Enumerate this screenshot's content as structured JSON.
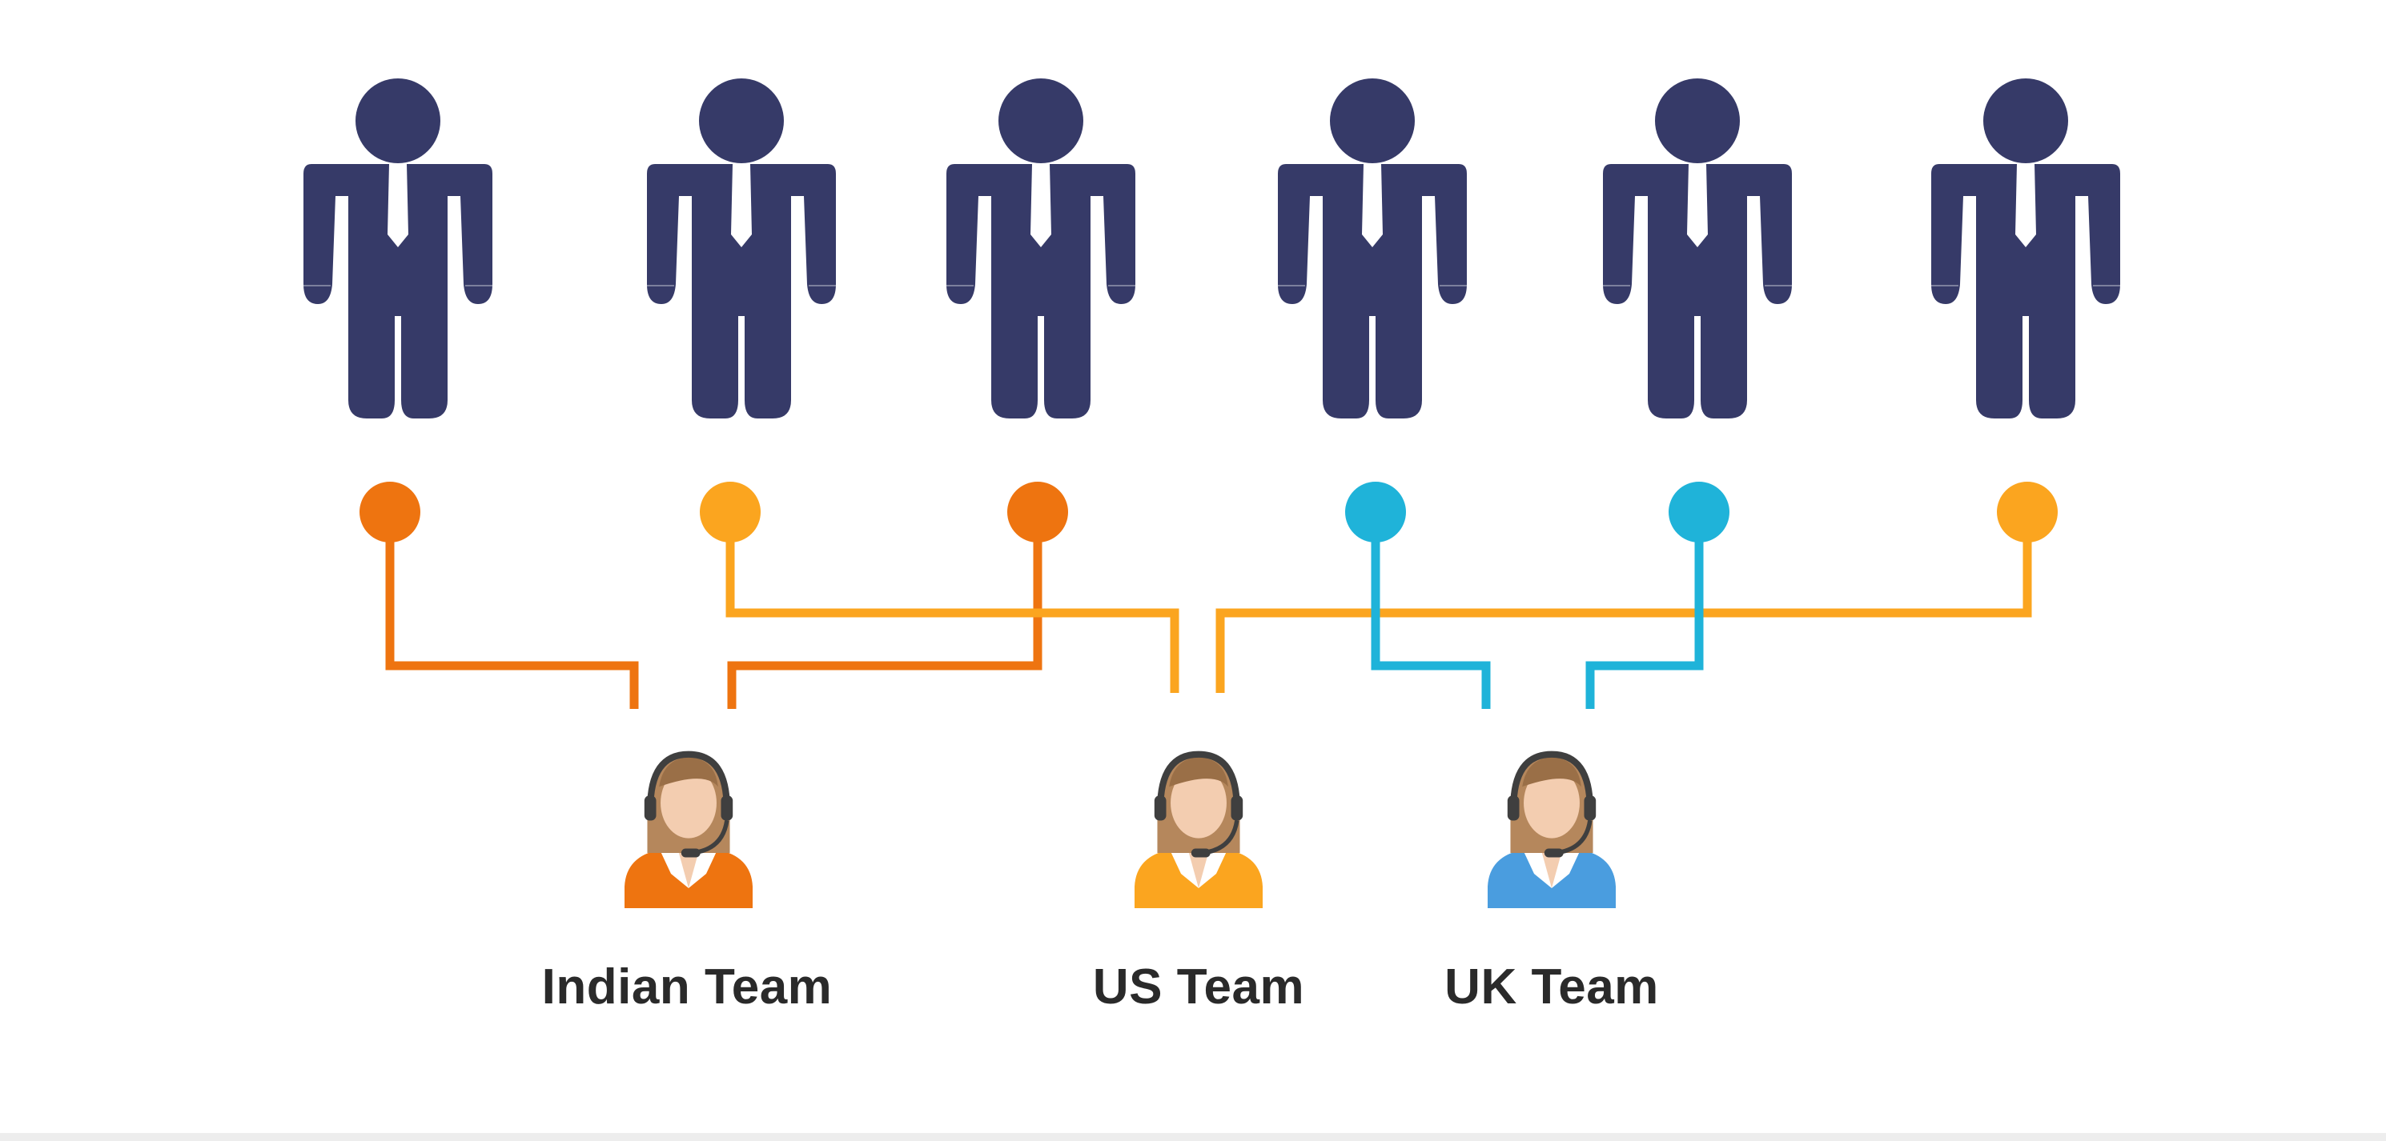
{
  "colors": {
    "person": "#363a68",
    "tie": "#ffffff",
    "indian": "#ee7410",
    "us": "#fba51f",
    "uk": "#1fb3d9",
    "uk_agent_shirt": "#4a9ddf",
    "skin": "#f3cdb0",
    "hair": "#b5875c",
    "headset": "#3f3f3f"
  },
  "people": [
    {
      "icon": "businessman-icon",
      "team": "indian"
    },
    {
      "icon": "businessman-icon",
      "team": "us"
    },
    {
      "icon": "businessman-icon",
      "team": "indian"
    },
    {
      "icon": "businessman-icon",
      "team": "uk"
    },
    {
      "icon": "businessman-icon",
      "team": "uk"
    },
    {
      "icon": "businessman-icon",
      "team": "us"
    }
  ],
  "teams": [
    {
      "key": "indian",
      "label": "Indian Team",
      "icon": "support-agent-icon"
    },
    {
      "key": "us",
      "label": "US Team",
      "icon": "support-agent-icon"
    },
    {
      "key": "uk",
      "label": "UK Team",
      "icon": "support-agent-icon"
    }
  ]
}
